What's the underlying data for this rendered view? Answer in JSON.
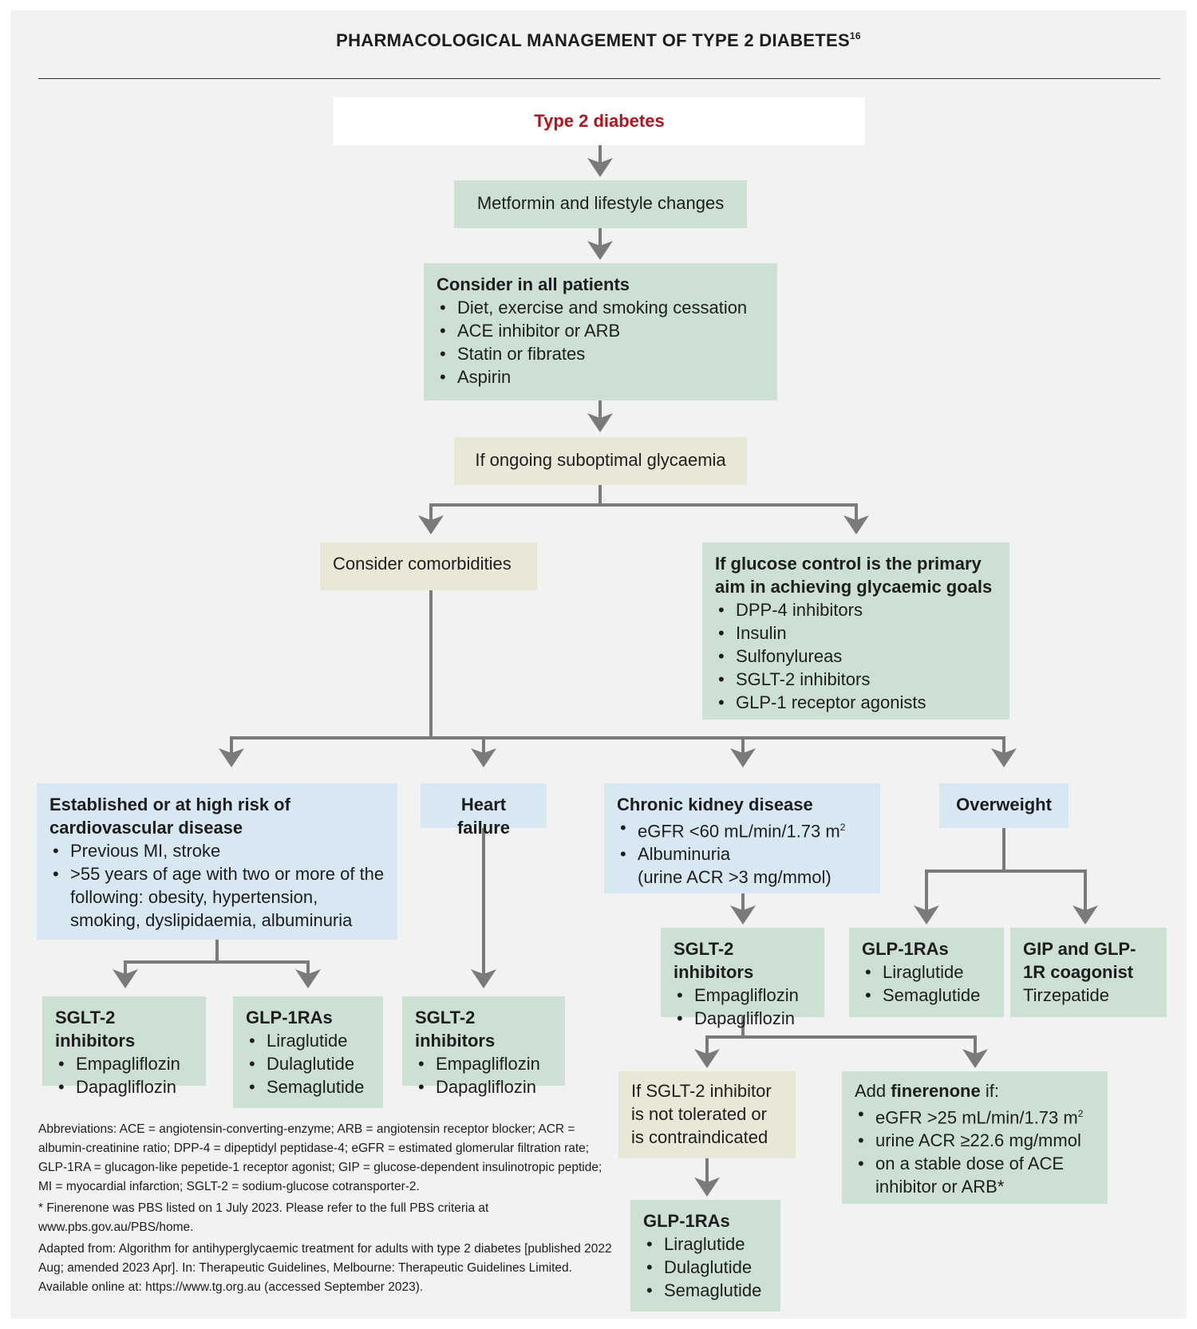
{
  "title": "PHARMACOLOGICAL MANAGEMENT OF TYPE 2 DIABETES",
  "title_ref": "16",
  "colors": {
    "green": "#cde0d4",
    "blue": "#d7e8f2",
    "beige": "#e9e8d6",
    "accent_red": "#b5121b",
    "arrow": "#7a7a7a"
  },
  "nodes": {
    "t2d": "Type 2 diabetes",
    "metformin": "Metformin and lifestyle changes",
    "consider_all": {
      "heading": "Consider in all patients",
      "items": [
        "Diet, exercise and smoking cessation",
        "ACE inhibitor or ARB",
        "Statin or fibrates",
        "Aspirin"
      ]
    },
    "suboptimal": "If ongoing suboptimal glycaemia",
    "comorbidities": "Consider comorbidities",
    "glucose_primary": {
      "heading": "If glucose control is the primary aim in achieving glycaemic goals",
      "items": [
        "DPP-4 inhibitors",
        "Insulin",
        "Sulfonylureas",
        "SGLT-2 inhibitors",
        "GLP-1 receptor agonists"
      ]
    },
    "cvd": {
      "heading": "Established or at high risk of cardiovascular disease",
      "items": [
        "Previous MI, stroke",
        ">55 years of age with two or more of the following: obesity, hypertension, smoking, dyslipidaemia, albuminuria"
      ]
    },
    "heart_failure": "Heart failure",
    "ckd": {
      "heading": "Chronic kidney disease",
      "item1": "eGFR <60 mL/min/1.73 m",
      "item1_sup": "2",
      "item2": "Albuminuria",
      "item2_cont": "(urine ACR  >3 mg/mmol)"
    },
    "overweight": "Overweight",
    "cvd_sglt2": {
      "heading": "SGLT-2 inhibitors",
      "items": [
        "Empagliflozin",
        "Dapagliflozin"
      ]
    },
    "cvd_glp1": {
      "heading": "GLP-1RAs",
      "items": [
        "Liraglutide",
        "Dulaglutide",
        "Semaglutide"
      ]
    },
    "hf_sglt2": {
      "heading": "SGLT-2 inhibitors",
      "items": [
        "Empagliflozin",
        "Dapagliflozin"
      ]
    },
    "ckd_sglt2": {
      "heading": "SGLT-2 inhibitors",
      "items": [
        "Empagliflozin",
        "Dapagliflozin"
      ]
    },
    "ow_glp1": {
      "heading": "GLP-1RAs",
      "items": [
        "Liraglutide",
        "Semaglutide"
      ]
    },
    "ow_gip": {
      "heading": "GIP and GLP-1R coagonist",
      "body": "Tirzepatide"
    },
    "not_tolerated": "If SGLT-2 inhibitor is not tolerated or is contraindicated",
    "finerenone": {
      "pre": "Add ",
      "bold": "finerenone",
      "post": " if:",
      "item1": "eGFR >25 mL/min/1.73 m",
      "item1_sup": "2",
      "item2": "urine ACR ≥22.6 mg/mmol",
      "item3": "on a stable dose of ACE inhibitor or ARB*"
    },
    "ckd_glp1": {
      "heading": "GLP-1RAs",
      "items": [
        "Liraglutide",
        "Dulaglutide",
        "Semaglutide"
      ]
    }
  },
  "footnotes": {
    "abbreviations": "Abbreviations: ACE = angiotensin-converting-enzyme; ARB = angiotensin receptor blocker; ACR = albumin-creatinine ratio; DPP-4 = dipeptidyl peptidase-4; eGFR = estimated glomerular filtration rate; GLP-1RA = glucagon-like pepetide-1 receptor agonist; GIP = glucose-dependent insulinotropic peptide; MI = myocardial infarction; SGLT-2 = sodium-glucose cotransporter-2.",
    "finerenone_note": "* Finerenone was PBS listed on 1 July 2023. Please refer to the full PBS criteria at www.pbs.gov.au/PBS/home.",
    "adapted": "Adapted from: Algorithm for antihyperglycaemic treatment for adults with type 2 diabetes [published 2022 Aug; amended 2023 Apr]. In: Therapeutic Guidelines, Melbourne: Therapeutic Guidelines Limited. Available online at: https://www.tg.org.au (accessed September 2023)."
  }
}
